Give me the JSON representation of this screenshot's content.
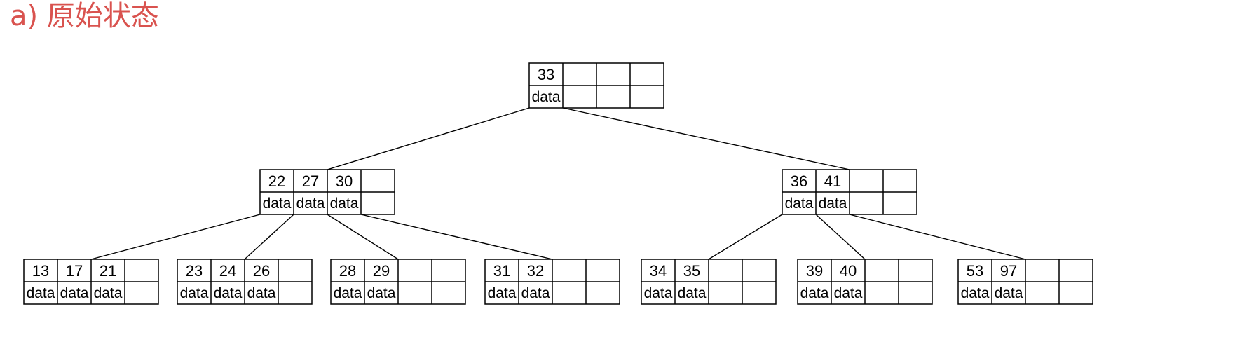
{
  "title": "a) 原始状态",
  "title_color": "#d9534f",
  "line_color": "#000000",
  "data_label": "data",
  "nodes": [
    {
      "id": "root",
      "keys": [
        "33"
      ],
      "data_count": 1,
      "children": [
        "l1",
        "l2"
      ]
    },
    {
      "id": "l1",
      "keys": [
        "22",
        "27",
        "30"
      ],
      "data_count": 3,
      "children": [
        "a",
        "b",
        "c",
        "d"
      ]
    },
    {
      "id": "l2",
      "keys": [
        "36",
        "41"
      ],
      "data_count": 2,
      "children": [
        "e",
        "f",
        "g"
      ]
    },
    {
      "id": "a",
      "keys": [
        "13",
        "17",
        "21"
      ],
      "data_count": 3,
      "children": []
    },
    {
      "id": "b",
      "keys": [
        "23",
        "24",
        "26"
      ],
      "data_count": 3,
      "children": []
    },
    {
      "id": "c",
      "keys": [
        "28",
        "29"
      ],
      "data_count": 2,
      "children": []
    },
    {
      "id": "d",
      "keys": [
        "31",
        "32"
      ],
      "data_count": 2,
      "children": []
    },
    {
      "id": "e",
      "keys": [
        "34",
        "35"
      ],
      "data_count": 2,
      "children": []
    },
    {
      "id": "f",
      "keys": [
        "39",
        "40"
      ],
      "data_count": 2,
      "children": []
    },
    {
      "id": "g",
      "keys": [
        "53",
        "97"
      ],
      "data_count": 2,
      "children": []
    }
  ]
}
